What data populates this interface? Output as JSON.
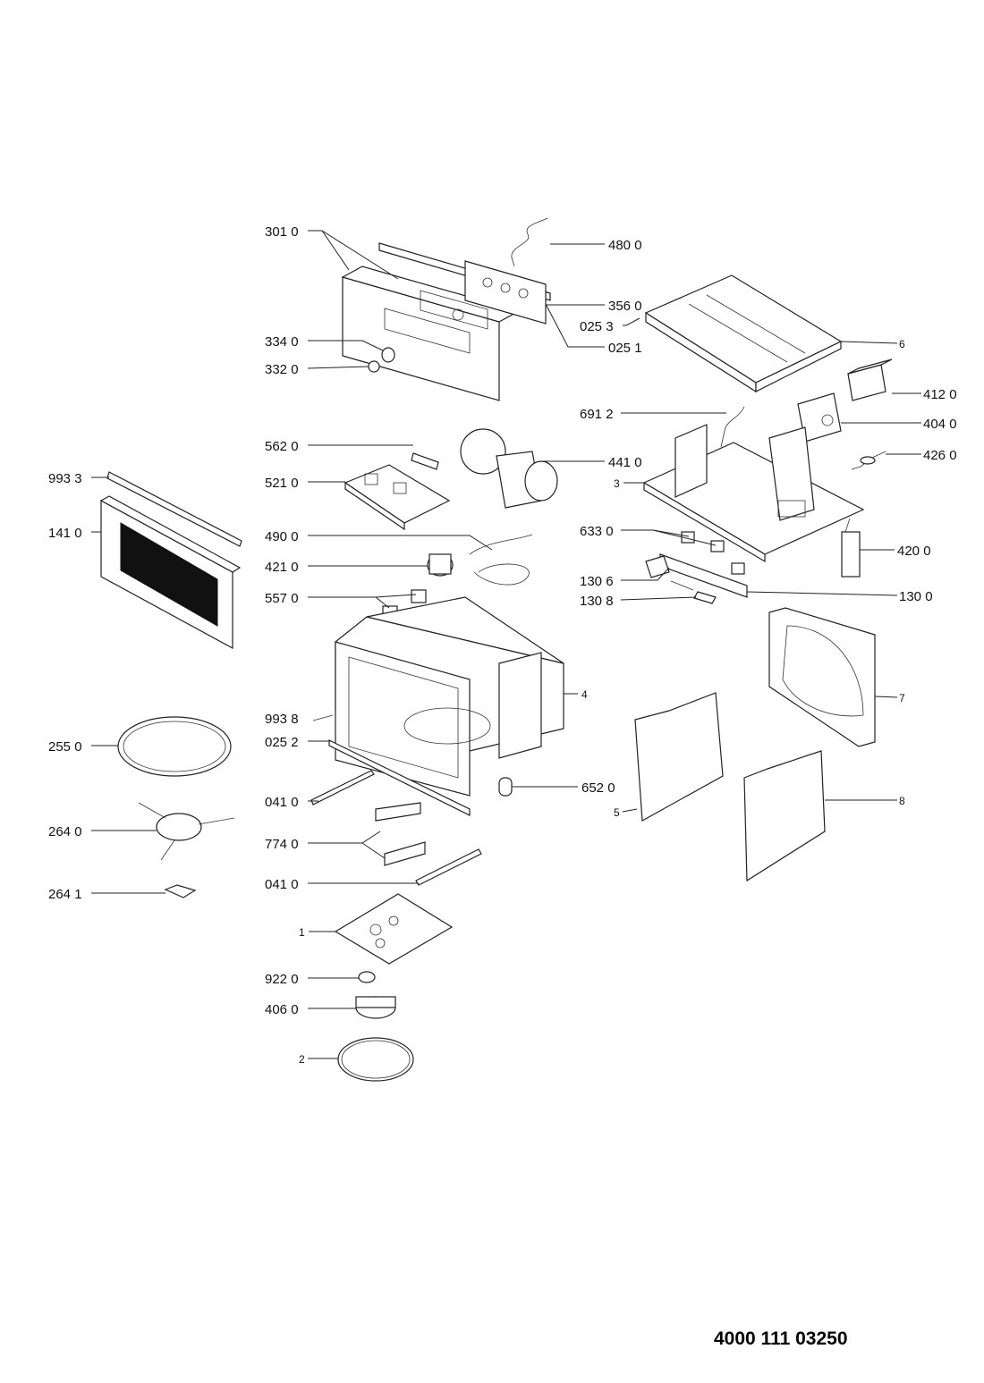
{
  "document_number": "4000 111 03250",
  "part_labels": [
    "301 0",
    "480 0",
    "356 0",
    "025 3",
    "025 1",
    "334 0",
    "332 0",
    "6",
    "412 0",
    "691 2",
    "404 0",
    "562 0",
    "441 0",
    "426 0",
    "993 3",
    "521 0",
    "3",
    "141 0",
    "490 0",
    "633 0",
    "420 0",
    "421 0",
    "130 6",
    "130 8",
    "130 0",
    "557 0",
    "4",
    "7",
    "993 8",
    "255 0",
    "025 2",
    "652 0",
    "041 0",
    "5",
    "8",
    "264 0",
    "774 0",
    "041 0",
    "264 1",
    "1",
    "922 0",
    "406 0",
    "2"
  ]
}
